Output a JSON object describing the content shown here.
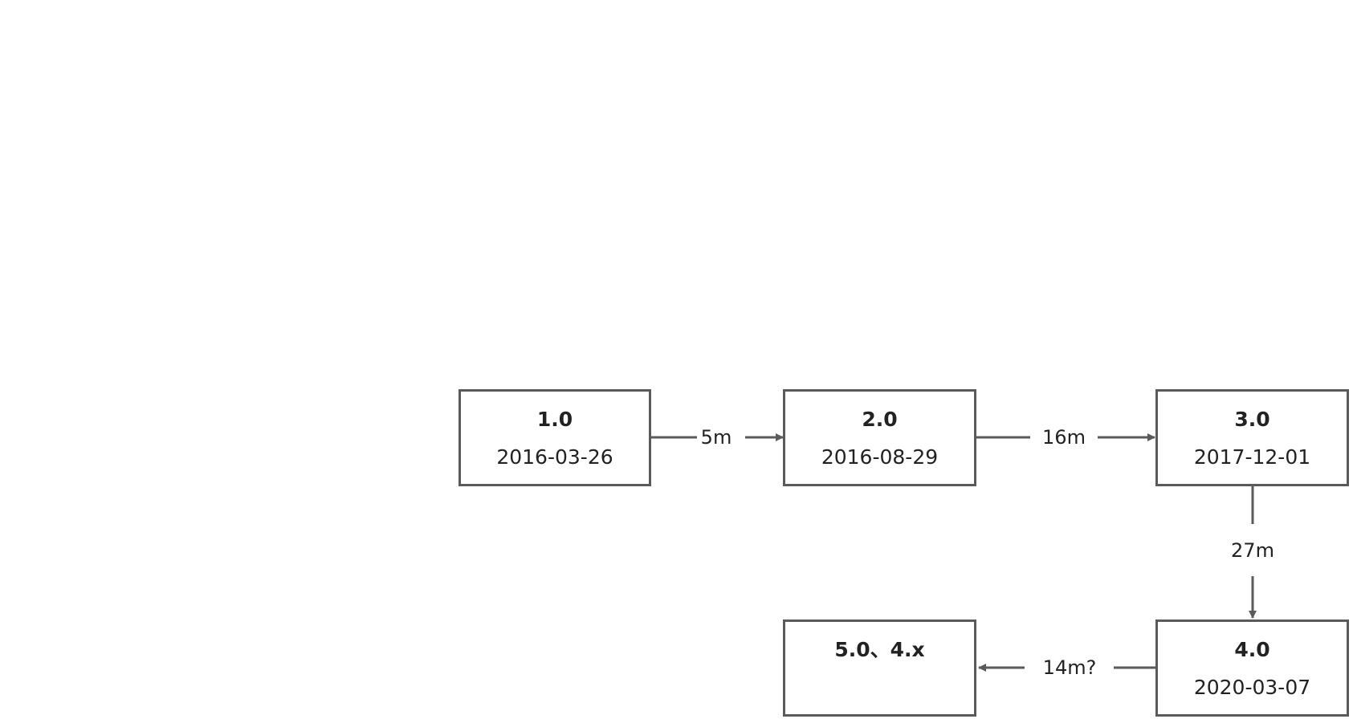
{
  "nodes": {
    "v1": {
      "version": "1.0",
      "date": "2016-03-26"
    },
    "v2": {
      "version": "2.0",
      "date": "2016-08-29"
    },
    "v3": {
      "version": "3.0",
      "date": "2017-12-01"
    },
    "v4": {
      "version": "4.0",
      "date": "2020-03-07"
    },
    "v5": {
      "version": "5.0、4.x",
      "date": ""
    }
  },
  "edges": {
    "e1": {
      "label": "5m"
    },
    "e2": {
      "label": "16m"
    },
    "e3": {
      "label": "27m"
    },
    "e4": {
      "label": "14m?"
    }
  },
  "colors": {
    "stroke": "#5a5a5a",
    "text": "#222222",
    "background": "#ffffff"
  }
}
